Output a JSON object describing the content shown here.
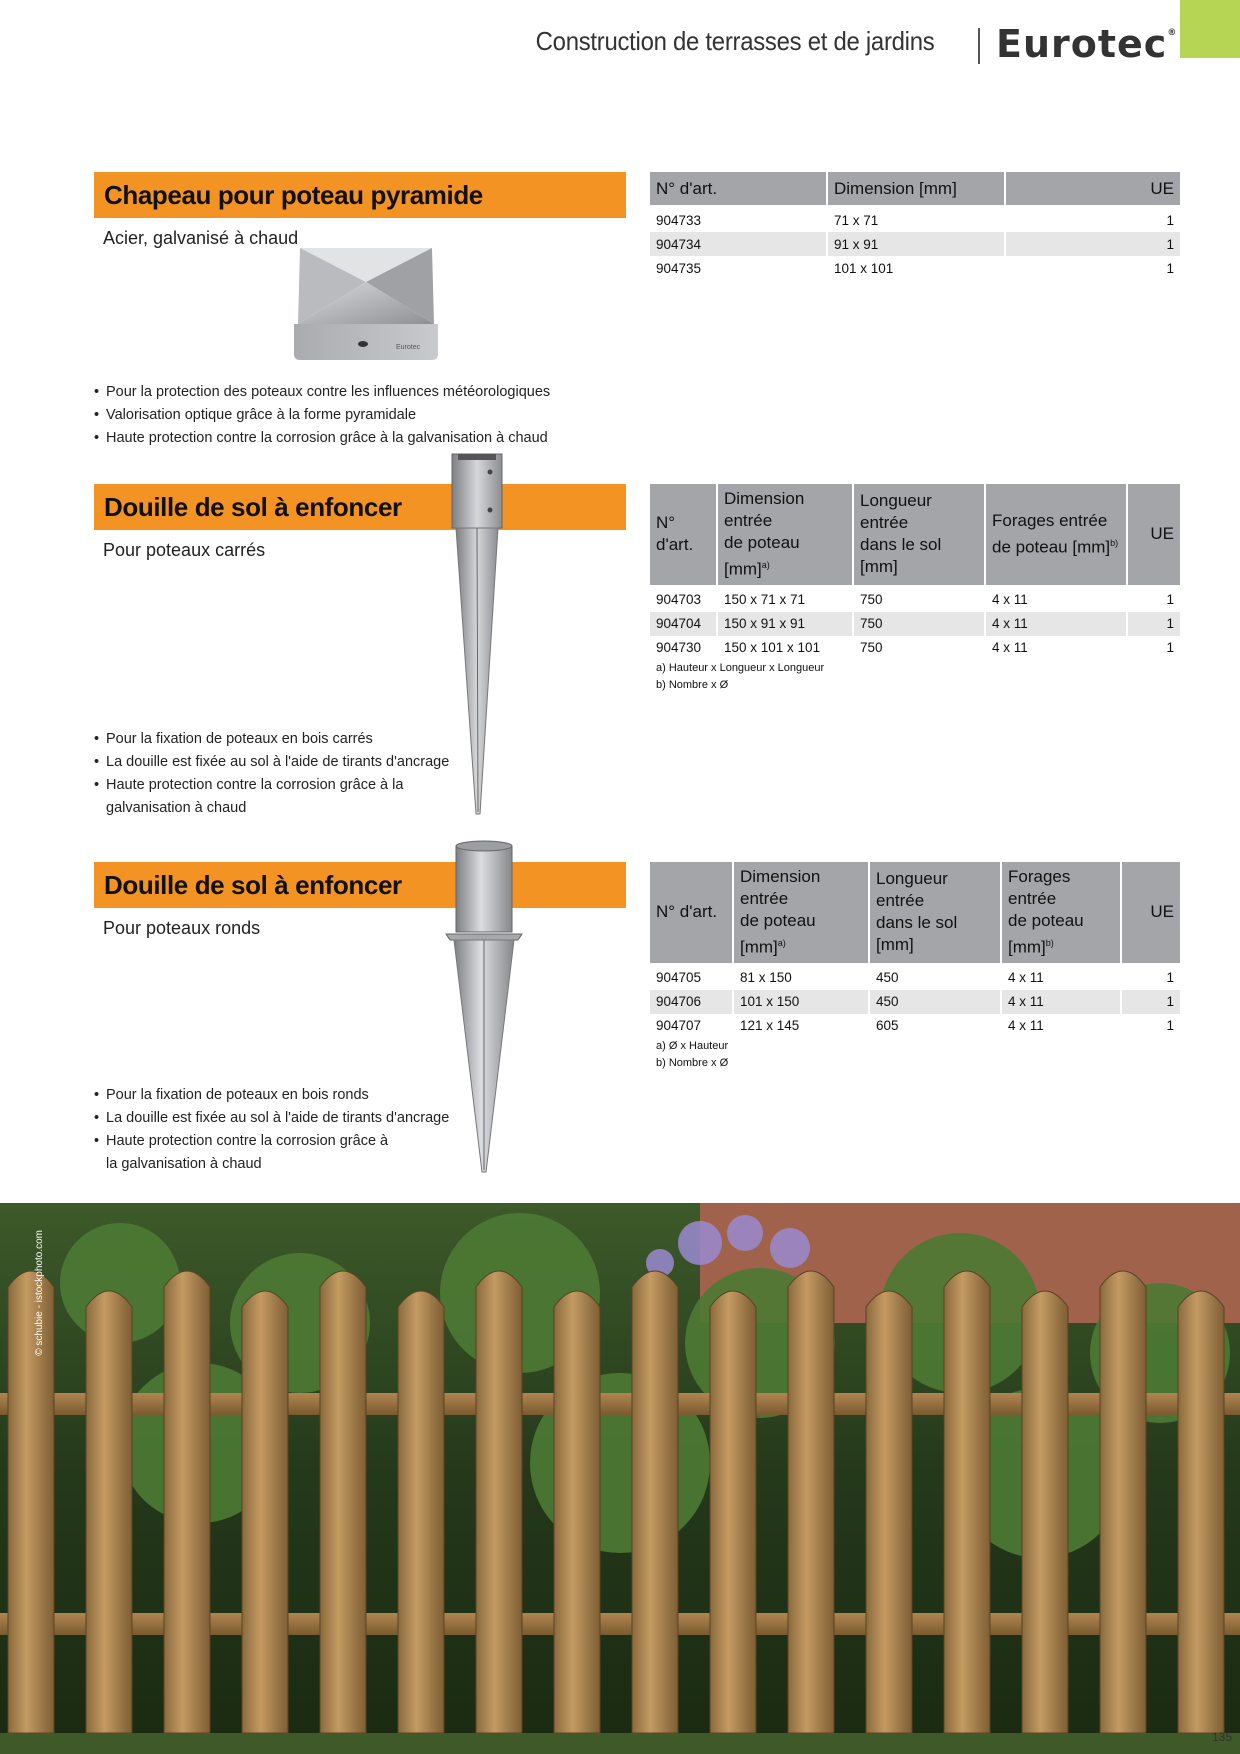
{
  "header": {
    "title": "Construction de terrasses et de jardins",
    "logo": "Eurotec",
    "logo_mark": "®"
  },
  "colors": {
    "accent_orange": "#f39323",
    "accent_green": "#b6d554",
    "table_header": "#a3a5a8",
    "table_alt_row": "#e6e6e7"
  },
  "section1": {
    "title": "Chapeau pour poteau pyramide",
    "subtitle": "Acier, galvanisé à chaud",
    "product_stamp": "Eurotec",
    "bullets": [
      "Pour la protection des poteaux contre les influences météorologiques",
      "Valorisation optique grâce à la forme pyramidale",
      "Haute protection contre la corrosion grâce à la galvanisation à chaud"
    ],
    "table": {
      "headers": [
        "N° d'art.",
        "Dimension [mm]",
        "UE"
      ],
      "rows": [
        [
          "904733",
          "71 x 71",
          "1"
        ],
        [
          "904734",
          "91 x 91",
          "1"
        ],
        [
          "904735",
          "101 x 101",
          "1"
        ]
      ]
    }
  },
  "section2": {
    "title": "Douille de sol à enfoncer",
    "subtitle": "Pour poteaux carrés",
    "bullets": [
      "Pour la fixation de poteaux en bois carrés",
      "La douille est fixée au sol à l'aide de tirants d'ancrage",
      "Haute protection contre la corrosion grâce à la",
      "galvanisation à chaud"
    ],
    "table": {
      "headers": [
        "N° d'art.",
        "Dimension entrée",
        "de poteau [mm]",
        "a)",
        "Longueur entrée",
        "dans le sol [mm]",
        "Forages entrée",
        "de poteau [mm]",
        "b)",
        "UE"
      ],
      "rows": [
        [
          "904703",
          "150 x 71 x 71",
          "750",
          "4 x 11",
          "1"
        ],
        [
          "904704",
          "150 x 91 x 91",
          "750",
          "4 x 11",
          "1"
        ],
        [
          "904730",
          "150 x 101 x 101",
          "750",
          "4 x 11",
          "1"
        ]
      ],
      "notes": [
        "a) Hauteur x Longueur x Longueur",
        "b) Nombre x Ø"
      ]
    }
  },
  "section3": {
    "title": "Douille de sol à enfoncer",
    "subtitle": "Pour poteaux ronds",
    "bullets": [
      "Pour la fixation de poteaux en bois ronds",
      "La douille est fixée au sol à l'aide de tirants d'ancrage",
      "Haute protection contre la corrosion grâce à",
      "la galvanisation à chaud"
    ],
    "table": {
      "headers": [
        "N° d'art.",
        "Dimension entrée",
        "de poteau [mm]",
        "a)",
        "Longueur entrée",
        "dans le sol [mm]",
        "Forages entrée",
        "de poteau [mm]",
        "b)",
        "UE"
      ],
      "rows": [
        [
          "904705",
          "81 x 150",
          "450",
          "4 x 11",
          "1"
        ],
        [
          "904706",
          "101 x 150",
          "450",
          "4 x 11",
          "1"
        ],
        [
          "904707",
          "121 x 145",
          "605",
          "4 x 11",
          "1"
        ]
      ],
      "notes": [
        "a) Ø x Hauteur",
        "b) Nombre x Ø"
      ]
    }
  },
  "photo": {
    "credit": "© schubie - istockphoto.com"
  },
  "page_number": "135"
}
